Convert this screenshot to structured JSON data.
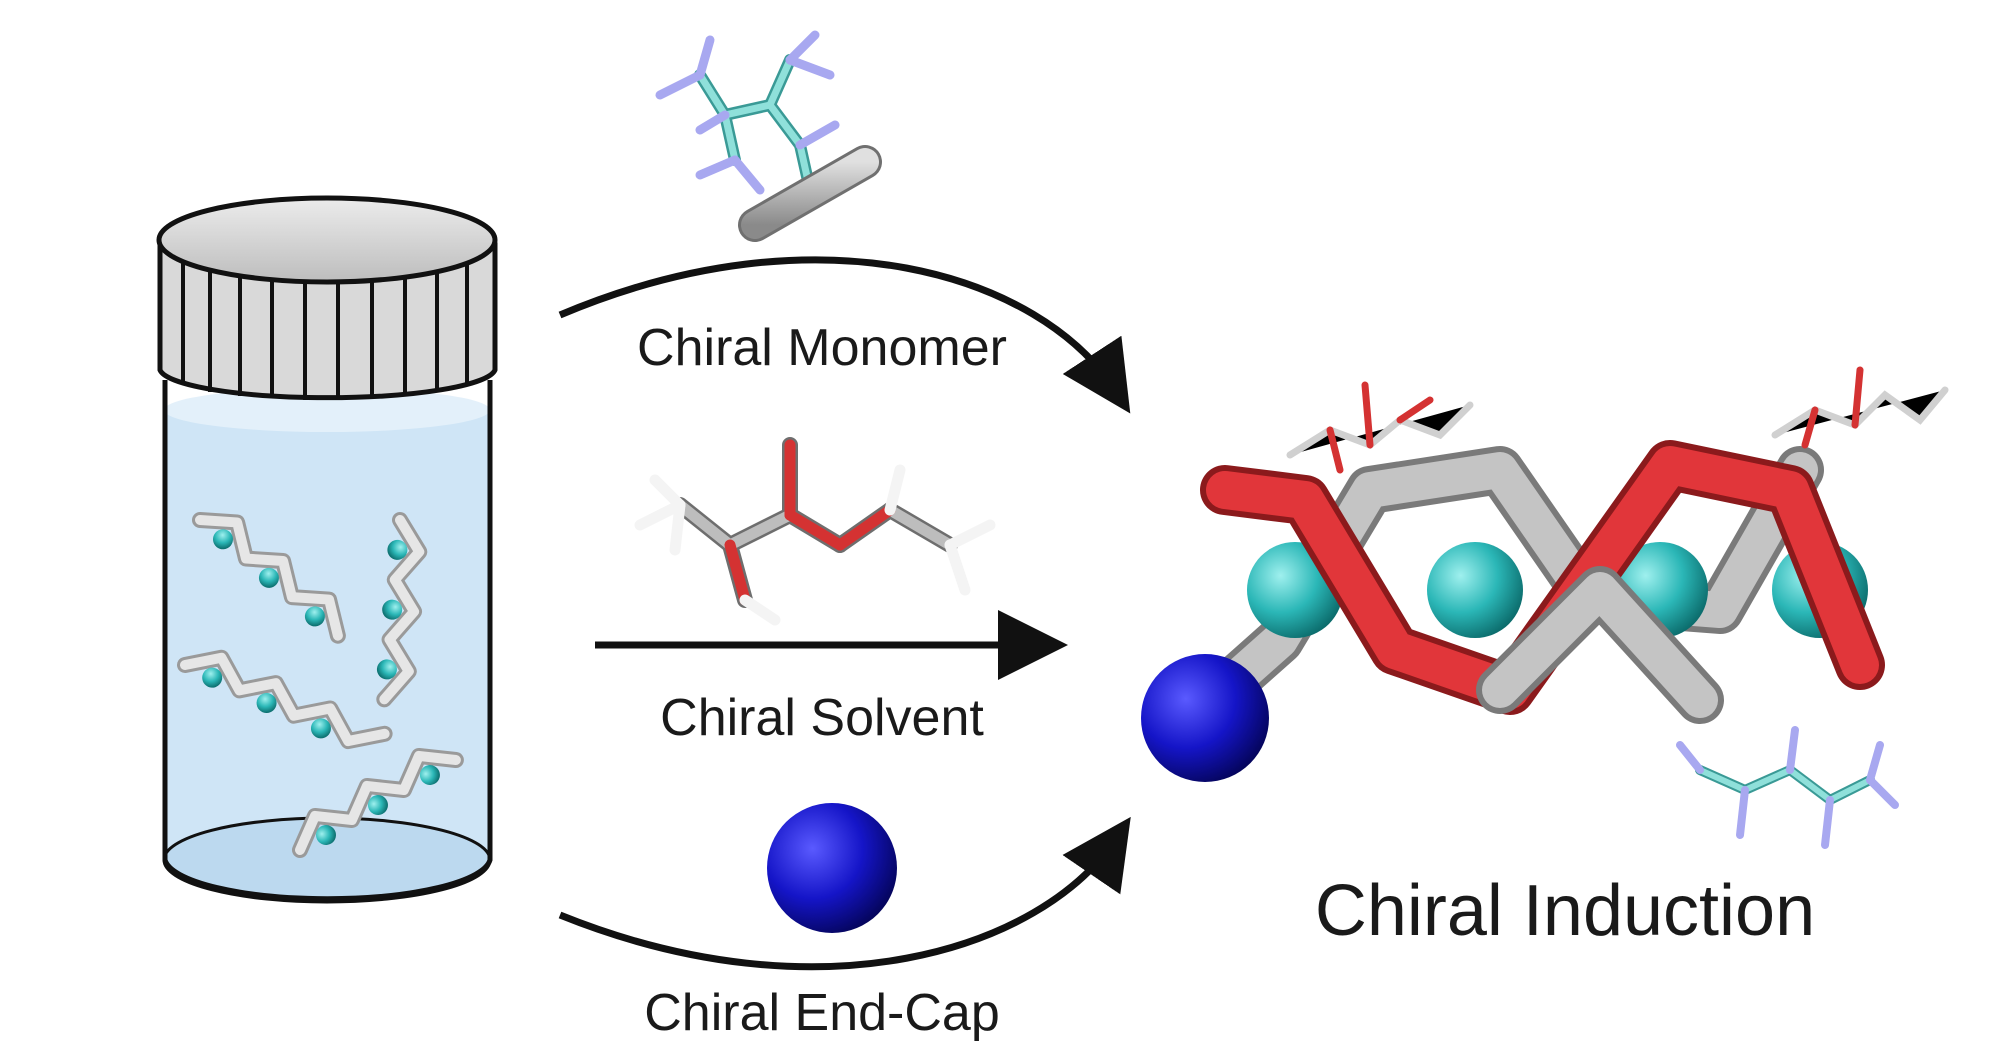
{
  "labels": {
    "monomer": "Chiral Monomer",
    "solvent": "Chiral Solvent",
    "endcap": "Chiral End-Cap",
    "result": "Chiral Induction"
  },
  "colors": {
    "helix_gray": "#b9b9b9",
    "helix_red": "#e1363a",
    "sphere_teal": "#2bb7b7",
    "endcap_blue": "#1515c8",
    "oxygen_red": "#d43232",
    "fluorine_lavender": "#a8a8f0",
    "carbon_cyan": "#7fd6d0",
    "liquid": "#c8e2f5"
  },
  "icons": [
    "vial-icon",
    "arrow-icon",
    "molecule-icon",
    "helix-icon",
    "sphere-icon"
  ]
}
